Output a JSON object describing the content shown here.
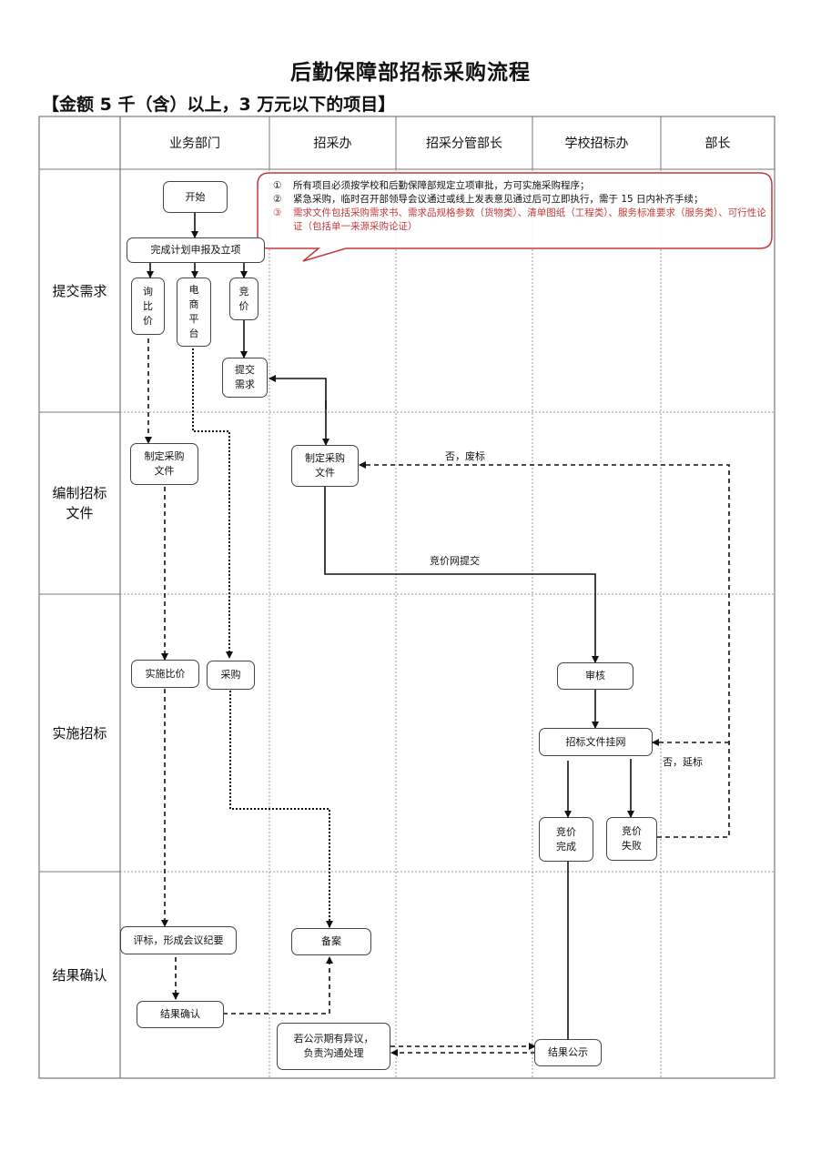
{
  "title": "后勤保障部招标采购流程",
  "subtitle": "【金额 5 千（含）以上，3 万元以下的项目】",
  "lanes": [
    "业务部门",
    "招采办",
    "招采分管部长",
    "学校招标办",
    "部长"
  ],
  "phases": [
    "提交需求",
    "编制招标\n文件",
    "实施招标",
    "结果确认"
  ],
  "note": {
    "items": [
      {
        "num": "①",
        "text": "所有项目必须按学校和后勤保障部规定立项审批，方可实施采购程序；",
        "color": "#222222"
      },
      {
        "num": "②",
        "text": "紧急采购，临时召开部领导会议通过或线上发表意见通过后可立即执行，需于 15 日内补齐手续；",
        "color": "#222222"
      },
      {
        "num": "③",
        "text": "需求文件包括采购需求书、需求品规格参数（货物类）、清单图纸（工程类）、服务标准要求（服务类）、可行性论证（包括单一来源采购论证）",
        "color": "#c23a3a"
      }
    ],
    "border_color": "#c23a3a"
  },
  "nodes": {
    "start": "开始",
    "plan": "完成计划申报及立项",
    "inquiry": "询\n比\n价",
    "ecommerce": "电\n商\n平\n台",
    "bidding": "竞\n价",
    "submit": "提交\n需求",
    "dept_doc": "制定采购\n文件",
    "office_doc": "制定采购\n文件",
    "compare": "实施比价",
    "purchase": "采购",
    "review": "审核",
    "publish": "招标文件挂网",
    "bid_done": "竞价\n完成",
    "bid_fail": "竞价\n失败",
    "evaluate": "评标，形成会议纪要",
    "file": "备案",
    "confirm": "结果确认",
    "objection": "若公示期有异议，\n负责沟通处理",
    "announce": "结果公示"
  },
  "edge_labels": {
    "void": "否，废标",
    "submit_online": "竞价网提交",
    "delay": "否，延标"
  }
}
